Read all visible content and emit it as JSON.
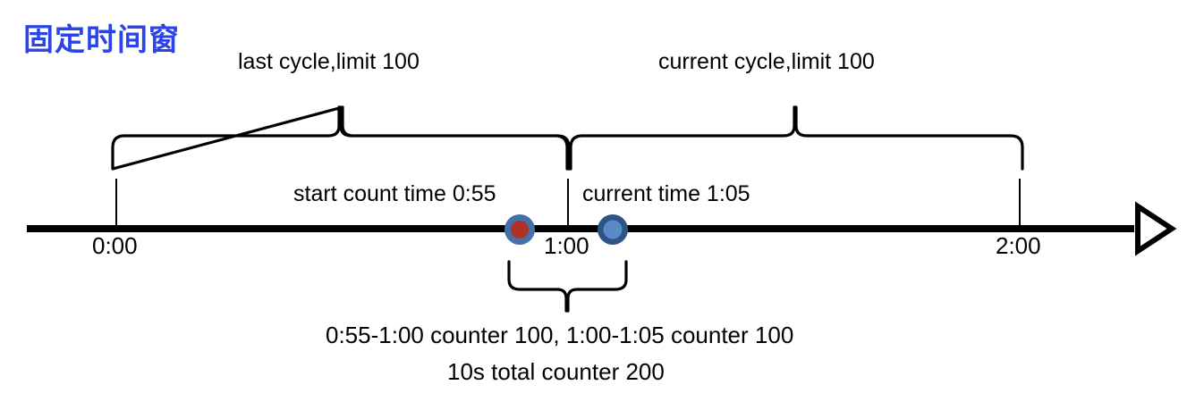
{
  "title": "固定时间窗",
  "title_color": "#2B44E8",
  "annotations": {
    "last_cycle": "last cycle,limit 100",
    "current_cycle": "current cycle,limit 100",
    "start_count_time": "start count time 0:55",
    "current_time": "current time 1:05",
    "bottom_line_1": "0:55-1:00 counter 100, 1:00-1:05 counter 100",
    "bottom_line_2": "10s total counter 200"
  },
  "axis": {
    "tick_labels": [
      "0:00",
      "1:00",
      "2:00"
    ],
    "arrow": "open-triangle-right"
  },
  "markers": [
    {
      "name": "start-count-marker",
      "time": "0:55",
      "fill": "#B0302A",
      "ring": "#4472A8"
    },
    {
      "name": "current-time-marker",
      "time": "1:05",
      "fill": "#5B8AC8",
      "ring": "#2E5385"
    }
  ],
  "chart_data": {
    "type": "line",
    "title": "固定时间窗",
    "xlabel": "",
    "ylabel": "",
    "x": [
      "0:00",
      "1:00",
      "2:00"
    ],
    "xlim": [
      "0:00",
      "2:00"
    ],
    "grid": false,
    "legend": "none",
    "annotations": [
      {
        "label": "last cycle,limit 100",
        "span": [
          "0:00",
          "1:00"
        ],
        "limit": 100
      },
      {
        "label": "current cycle,limit 100",
        "span": [
          "1:00",
          "2:00"
        ],
        "limit": 100
      },
      {
        "label": "start count time 0:55",
        "at": "0:55"
      },
      {
        "label": "current time 1:05",
        "at": "1:05"
      },
      {
        "label": "0:55-1:00 counter 100, 1:00-1:05 counter 100",
        "span": [
          "0:55",
          "1:05"
        ]
      },
      {
        "label": "10s total counter 200",
        "span": [
          "0:55",
          "1:05"
        ],
        "value": 200
      }
    ],
    "points": [
      {
        "x": "0:55",
        "series": "start count time",
        "value": 100
      },
      {
        "x": "1:05",
        "series": "current time",
        "value": 100
      }
    ]
  }
}
